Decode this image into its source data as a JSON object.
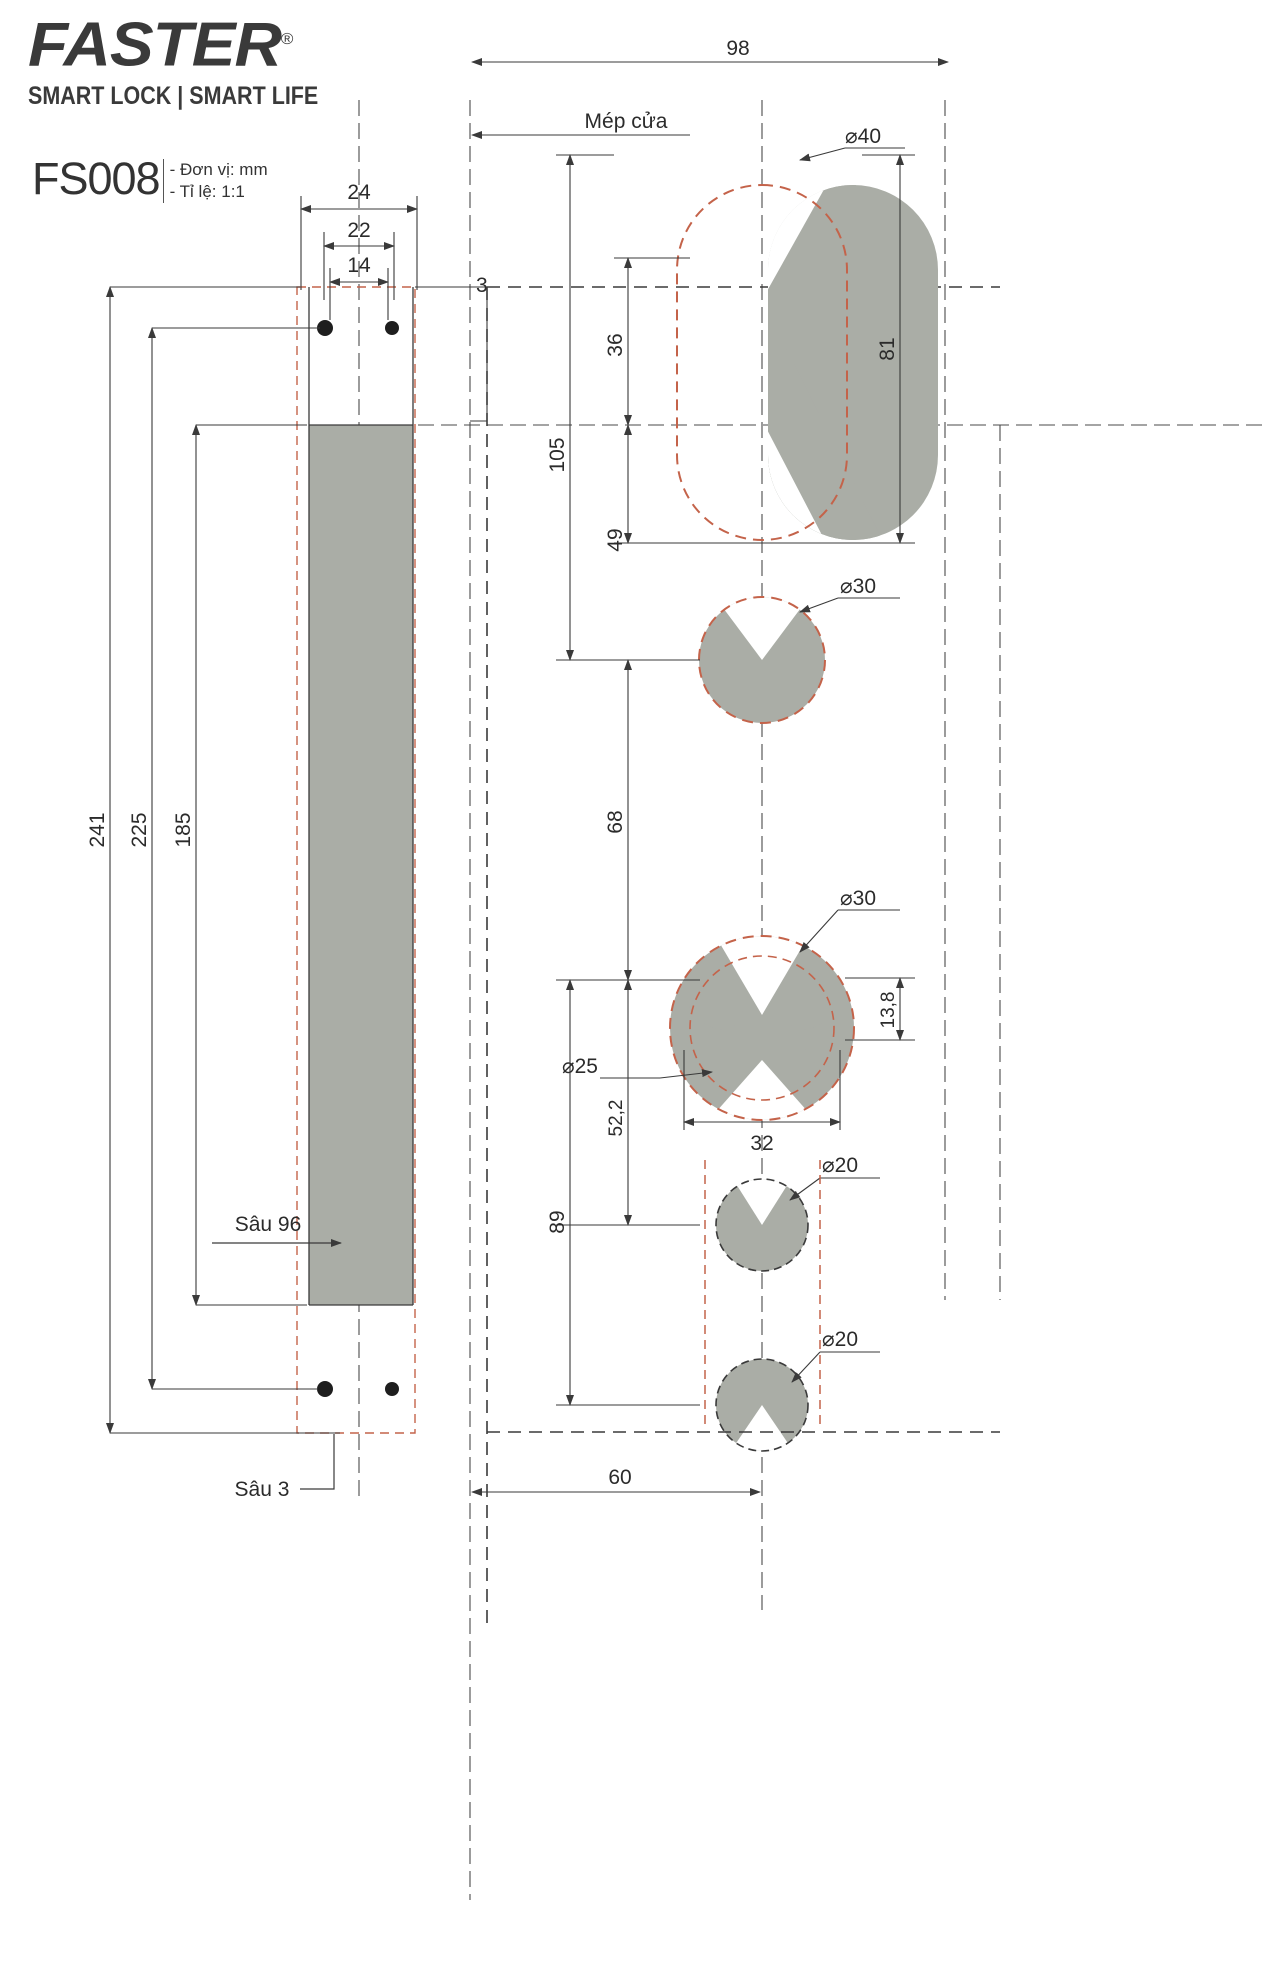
{
  "brand": {
    "name": "FASTER",
    "registered": "®",
    "tagline": "SMART LOCK | SMART LIFE"
  },
  "title_block": {
    "model": "FS008",
    "unit_line": "- Đơn vị: mm",
    "scale_line": "- Tỉ lệ: 1:1"
  },
  "labels": {
    "door_edge": "Mép cửa",
    "depth_96": "Sâu 96",
    "depth_3": "Sâu 3"
  },
  "dimensions": {
    "overall_width": "98",
    "bottom_width": "60",
    "plate_outer": "24",
    "plate_mid": "22",
    "plate_inner": "14",
    "thickness": "3",
    "left_241": "241",
    "left_225": "225",
    "left_185": "185",
    "v_36": "36",
    "v_105": "105",
    "v_49": "49",
    "v_81": "81",
    "v_68": "68",
    "v_138": "13,8",
    "v_522": "52,2",
    "v_89": "89",
    "w_32": "32"
  },
  "holes": {
    "d40": "⌀40",
    "d30_top": "⌀30",
    "d30_flower": "⌀30",
    "d25": "⌀25",
    "d20_upper": "⌀20",
    "d20_lower": "⌀20"
  },
  "colors": {
    "fill_grey": "#aaada6",
    "dashed_red": "#c4634a",
    "line": "#3a3a3a",
    "text": "#2b2b2b"
  }
}
